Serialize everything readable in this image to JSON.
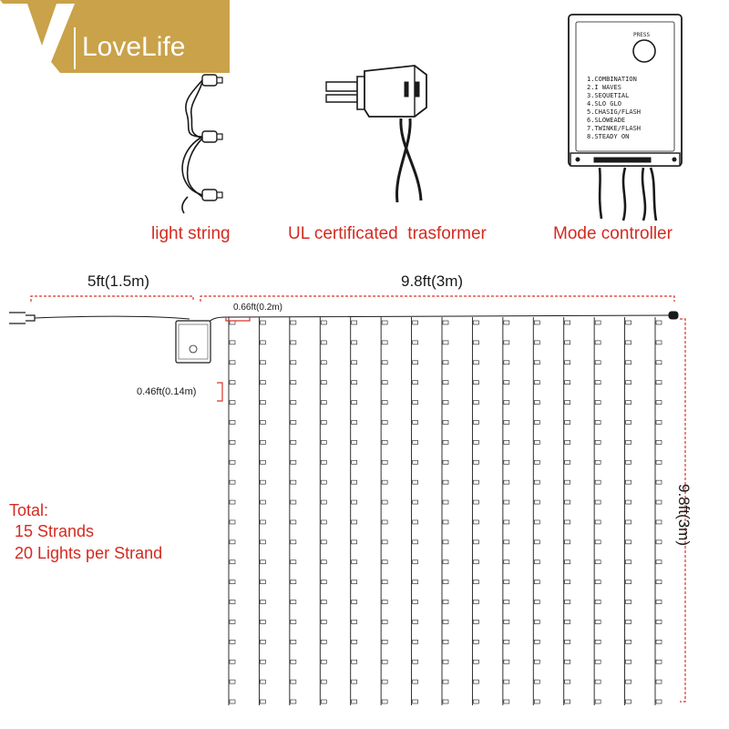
{
  "brand": {
    "name": "LoveLife",
    "mark": "V"
  },
  "components": [
    {
      "id": "light-string",
      "caption": "light string"
    },
    {
      "id": "transformer",
      "caption": "UL certificated  trasformer"
    },
    {
      "id": "controller",
      "caption": "Mode controller"
    }
  ],
  "controller": {
    "button_label": "PRESS",
    "modes": [
      "1.COMBINATION",
      "2.I WAVES",
      "3.SEQUETIAL",
      "4.SLO GLO",
      "5.CHASIG/FLASH",
      "6.SLOWEADE",
      "7.TWINKE/FLASH",
      "8.STEADY ON"
    ]
  },
  "dimensions": {
    "lead_length": "5ft(1.5m)",
    "width": "9.8ft(3m)",
    "strand_spacing": "0.66ft(0.2m)",
    "bulb_spacing": "0.46ft(0.14m)",
    "height": "9.8ft(3m)"
  },
  "totals": {
    "heading": "Total:",
    "strands_text": "15 Strands",
    "lights_text": "20 Lights per Strand",
    "strand_count": 15,
    "lights_per_strand": 20
  },
  "colors": {
    "gold": "#c9a24a",
    "label_red": "#d42a20",
    "line": "#1a1a1a",
    "dimension_red": "#d9342b"
  }
}
